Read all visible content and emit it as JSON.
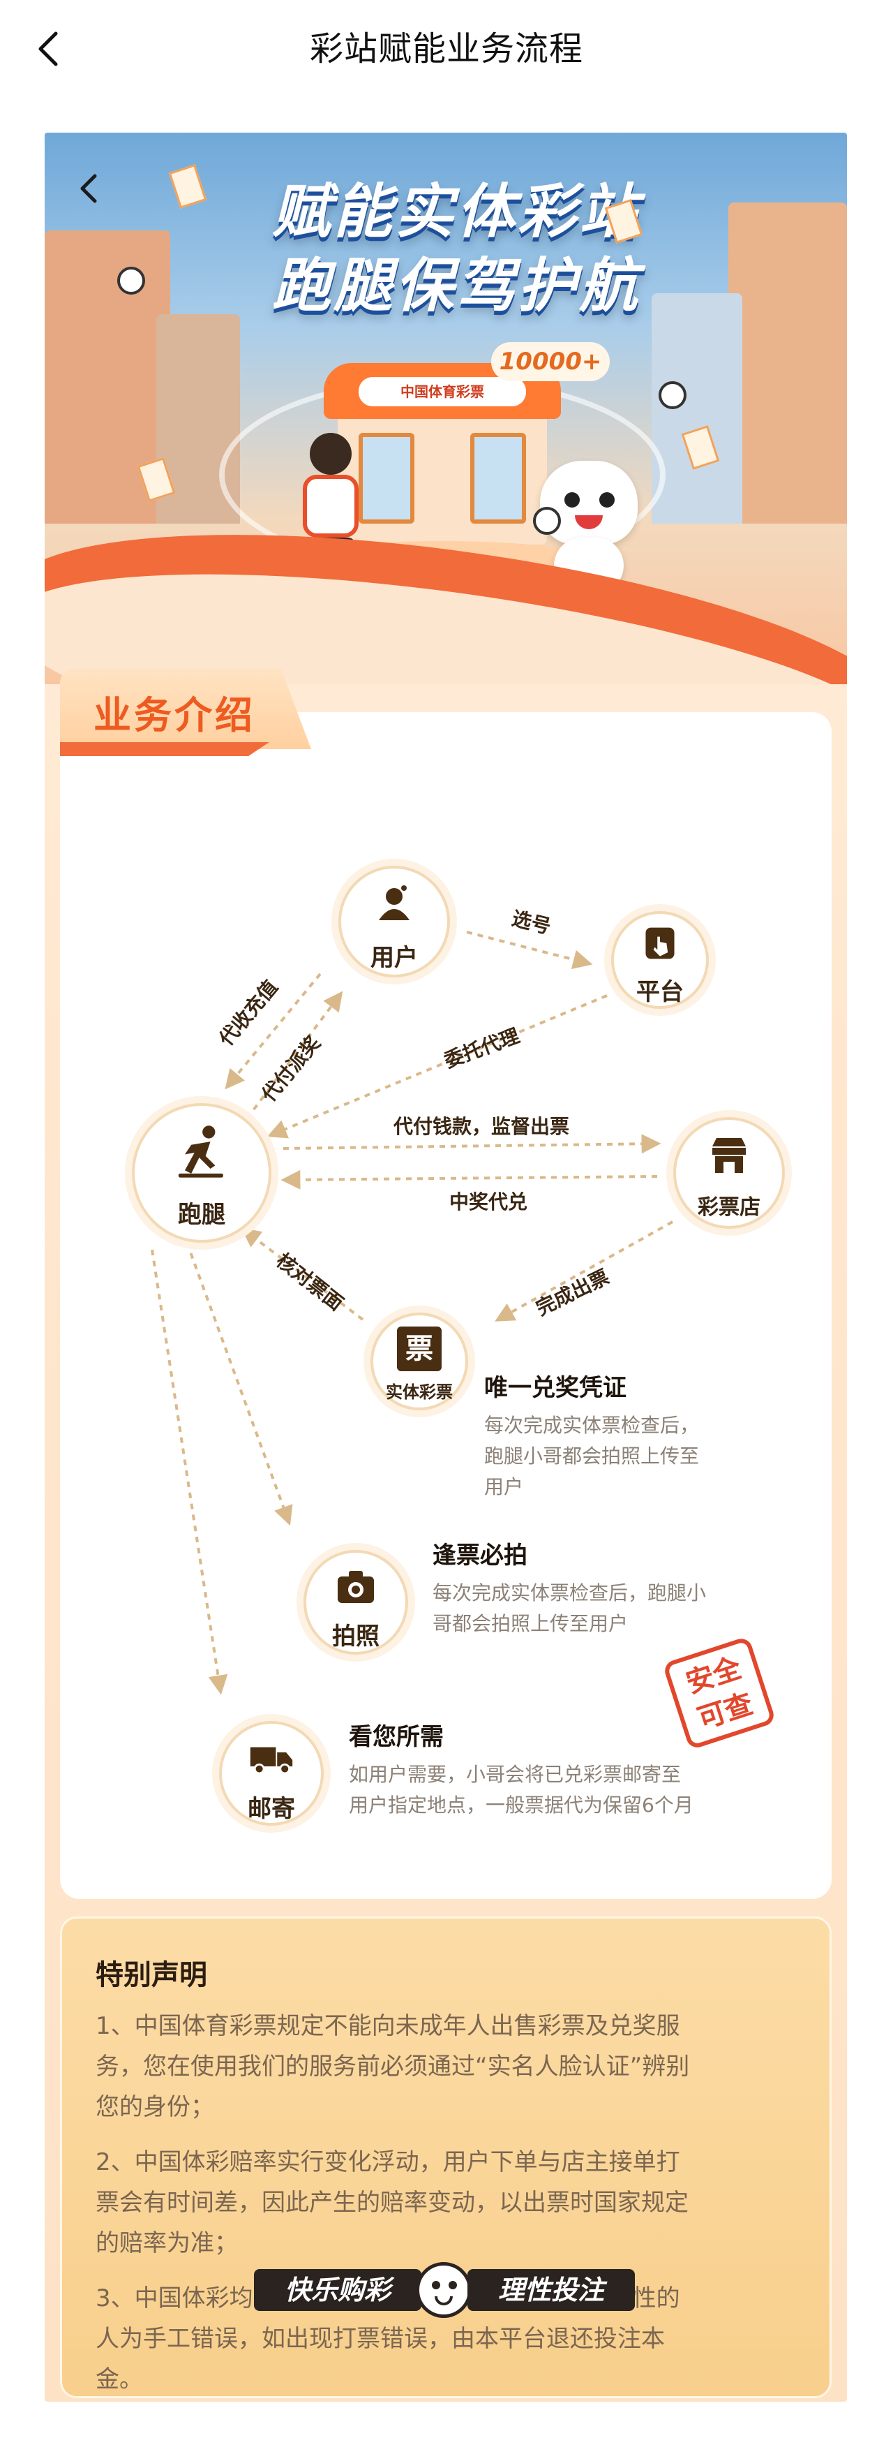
{
  "nav": {
    "title": "彩站赋能业务流程"
  },
  "hero": {
    "headline_line1": "赋能实体彩站",
    "headline_line2": "跑腿保驾护航",
    "badge": "10000+",
    "kiosk_sign": "中国体育彩票"
  },
  "intro": {
    "section_title": "业务介绍",
    "nodes": {
      "user": {
        "label": "用户",
        "icon": "user-icon"
      },
      "platform": {
        "label": "平台",
        "icon": "tap-icon"
      },
      "runner": {
        "label": "跑腿",
        "icon": "runner-icon"
      },
      "shop": {
        "label": "彩票店",
        "icon": "shop-icon"
      },
      "ticket": {
        "label": "实体彩票",
        "glyph": "票",
        "icon": "ticket-icon"
      },
      "camera": {
        "label": "拍照",
        "icon": "camera-icon"
      },
      "mail": {
        "label": "邮寄",
        "icon": "truck-icon"
      }
    },
    "edges": {
      "pick_numbers": "选号",
      "collect_recharge": "代收充值",
      "pay_prize": "代付派奖",
      "entrust_agent": "委托代理",
      "pay_supervise": "代付钱款，监督出票",
      "prize_redeem": "中奖代兑",
      "verify_ticket": "核对票面",
      "complete_issue": "完成出票"
    },
    "features": [
      {
        "title": "唯一兑奖凭证",
        "desc_lines": [
          "每次完成实体票检查后，",
          "跑腿小哥都会拍照上传至",
          "用户"
        ]
      },
      {
        "title": "逢票必拍",
        "desc_lines": [
          "每次完成实体票检查后，跑腿小",
          "哥都会拍照上传至用户"
        ]
      },
      {
        "title": "看您所需",
        "desc_lines": [
          "如用户需要，小哥会将已兑彩票邮寄至",
          "用户指定地点，一般票据代为保留6个月"
        ]
      }
    ],
    "stamp_line1": "安全",
    "stamp_line2": "可查"
  },
  "declaration": {
    "title": "特别声明",
    "items": [
      [
        "1、中国体育彩票规定不能向未成年人出售彩票及兑奖服",
        "务，您在使用我们的服务前必须通过“实名人脸认证”辨别",
        "您的身份；"
      ],
      [
        "2、中国体彩赔率实行变化浮动，用户下单与店主接单打",
        "票会有时间差，因此产生的赔率变动，以出票时国家规定",
        "的赔率为准；"
      ],
      [
        "3、中国体彩均以店主接单打票出票，必然存在偶发性的",
        "人为手工错误，如出现打票错误，由本平台退还投注本",
        "金。"
      ]
    ]
  },
  "slogan": {
    "left": "快乐购彩",
    "right": "理性投注"
  },
  "colors": {
    "accent": "#ee5a1f",
    "brown": "#3a2612",
    "cream": "#fff1df",
    "notice": "#f8cf8c"
  }
}
